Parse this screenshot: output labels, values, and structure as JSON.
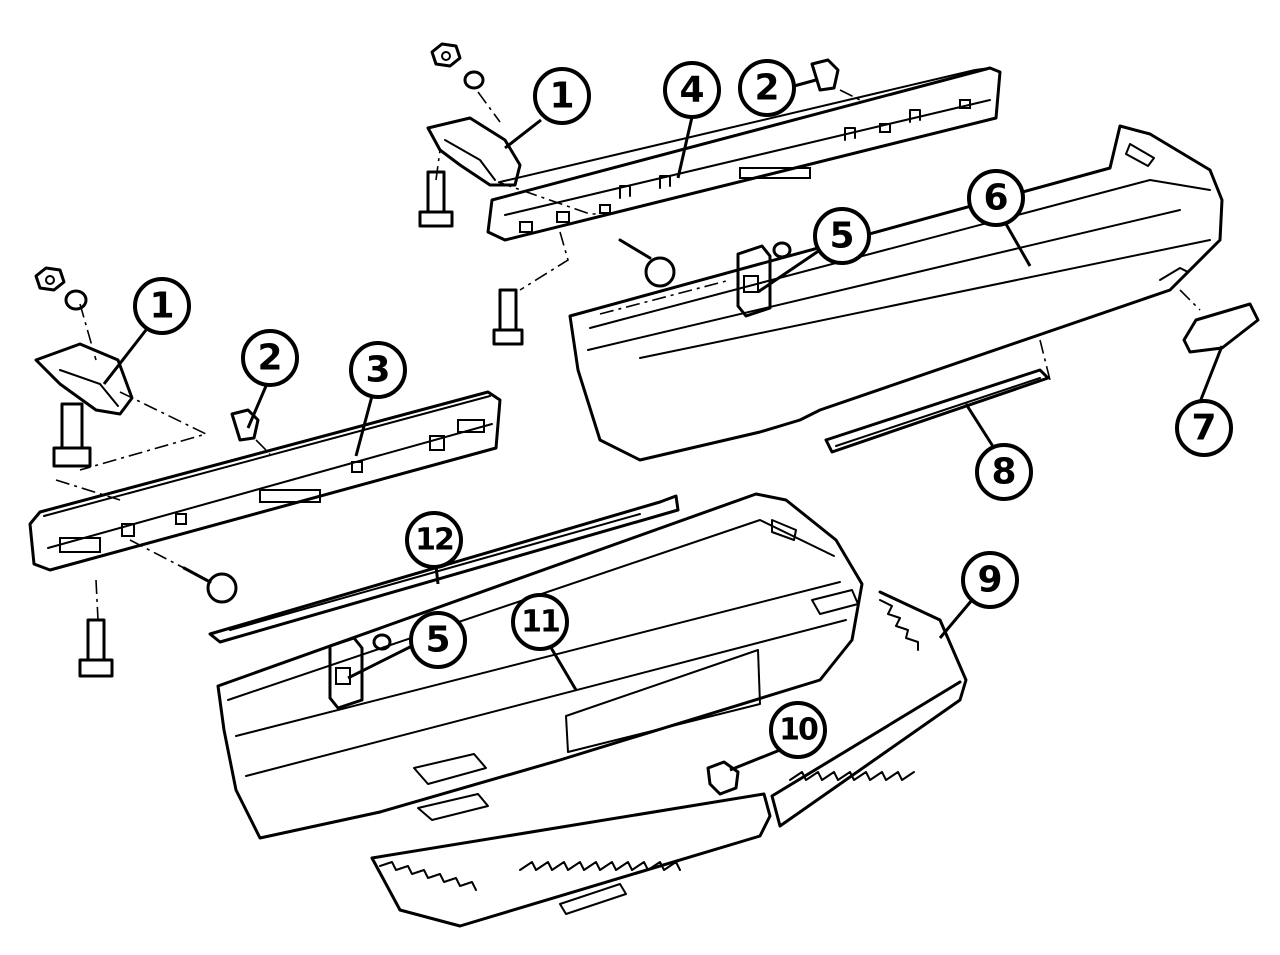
{
  "callouts": [
    {
      "label": "1"
    },
    {
      "label": "4"
    },
    {
      "label": "2"
    },
    {
      "label": "6"
    },
    {
      "label": "5"
    },
    {
      "label": "1"
    },
    {
      "label": "2"
    },
    {
      "label": "3"
    },
    {
      "label": "7"
    },
    {
      "label": "8"
    },
    {
      "label": "12"
    },
    {
      "label": "11"
    },
    {
      "label": "5"
    },
    {
      "label": "9"
    },
    {
      "label": "10"
    }
  ]
}
